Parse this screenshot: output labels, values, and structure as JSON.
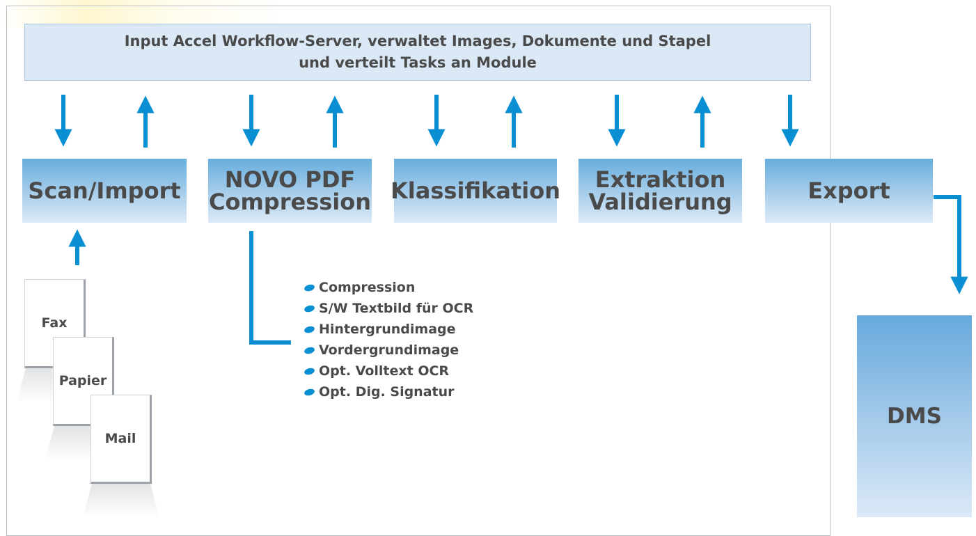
{
  "server": {
    "line1": "Input Accel Workflow-Server, verwaltet Images, Dokumente und Stapel",
    "line2": "und verteilt Tasks an Module"
  },
  "modules": [
    {
      "label": "Scan/Import"
    },
    {
      "label_line1": "NOVO PDF",
      "label_line2": "Compression"
    },
    {
      "label": "Klassifikation"
    },
    {
      "label_line1": "Extraktion",
      "label_line2": "Validierung"
    },
    {
      "label": "Export"
    }
  ],
  "features": [
    "Compression",
    "S/W Textbild für OCR",
    "Hintergrundimage",
    "Vordergrundimage",
    "Opt. Volltext OCR",
    "Opt. Dig. Signatur"
  ],
  "sources": [
    "Fax",
    "Papier",
    "Mail"
  ],
  "target": "DMS",
  "colors": {
    "arrow": "#0b8fd3",
    "server_fill": "#dbe9f6",
    "module_top": "#67aedd",
    "module_bottom": "#dceaf7",
    "text": "#4a4a4a"
  }
}
